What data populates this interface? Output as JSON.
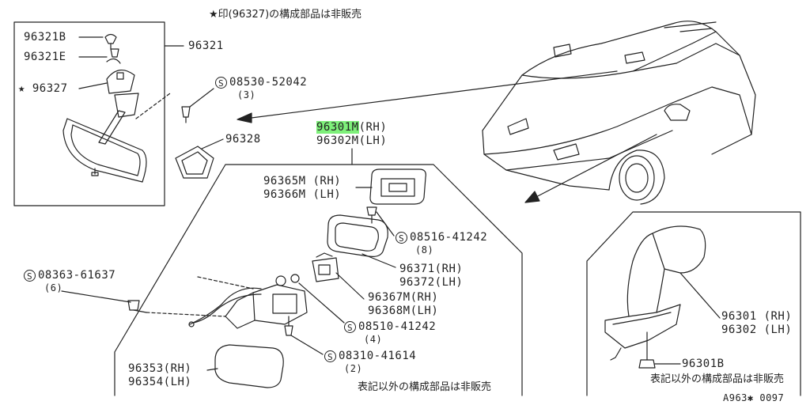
{
  "header_note": "★印(96327)の構成部品は非販売",
  "parts": {
    "p96321b": "96321B",
    "p96321e": "96321E",
    "p96327": "★ 96327",
    "p96321": "96321",
    "p96328": "96328",
    "p96301m": "96301M",
    "p96301m_side": "(RH)",
    "p96302m": "96302M(LH)",
    "p96365m": "96365M (RH)",
    "p96366m": "96366M (LH)",
    "p96371": "96371(RH)",
    "p96372": "96372(LH)",
    "p96367m": "96367M(RH)",
    "p96368m": "96368M(LH)",
    "p96353": "96353(RH)",
    "p96354": "96354(LH)",
    "p96301": "96301 (RH)",
    "p96302": "96302 (LH)",
    "p96301b": "96301B"
  },
  "screws": {
    "s1_code": "08530-52042",
    "s1_qty": "(3)",
    "s2_code": "08516-41242",
    "s2_qty": "(8)",
    "s3_code": "08363-61637",
    "s3_qty": "(6)",
    "s4_code": "08510-41242",
    "s4_qty": "(4)",
    "s5_code": "08310-41614",
    "s5_qty": "(2)",
    "symbol": "S"
  },
  "notes": {
    "outer_box": "表記以外の構成部品は非販売",
    "inset_box": "表記以外の構成部品は非販売"
  },
  "diagram_id": "A963✱ 0097"
}
